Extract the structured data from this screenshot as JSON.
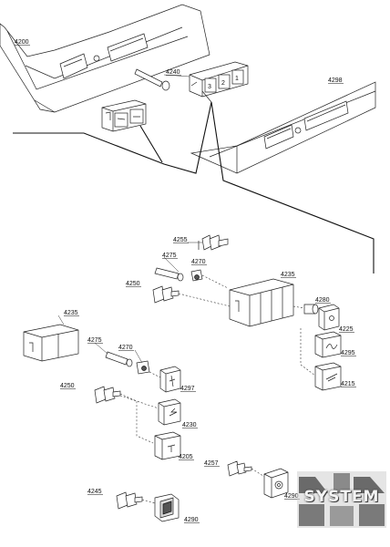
{
  "labels": {
    "l4200": "4200",
    "l4240": "4240",
    "l4298": "4298",
    "l4255": "4255",
    "l4275a": "4275",
    "l4270a": "4270",
    "l4235a": "4235",
    "l4250a": "4250",
    "l4280": "4280",
    "l4225": "4225",
    "l4295": "4295",
    "l4215": "4215",
    "l4235b": "4235",
    "l4275b": "4275",
    "l4270b": "4270",
    "l4297": "4297",
    "l4250b": "4250",
    "l4230": "4230",
    "l4205": "4205",
    "l4257": "4257",
    "l4290a": "4290",
    "l4245": "4245",
    "l4290b": "4290"
  },
  "switch_glyphs": [
    "3",
    "2",
    "1"
  ],
  "logo": {
    "text": "SYSTEM"
  }
}
